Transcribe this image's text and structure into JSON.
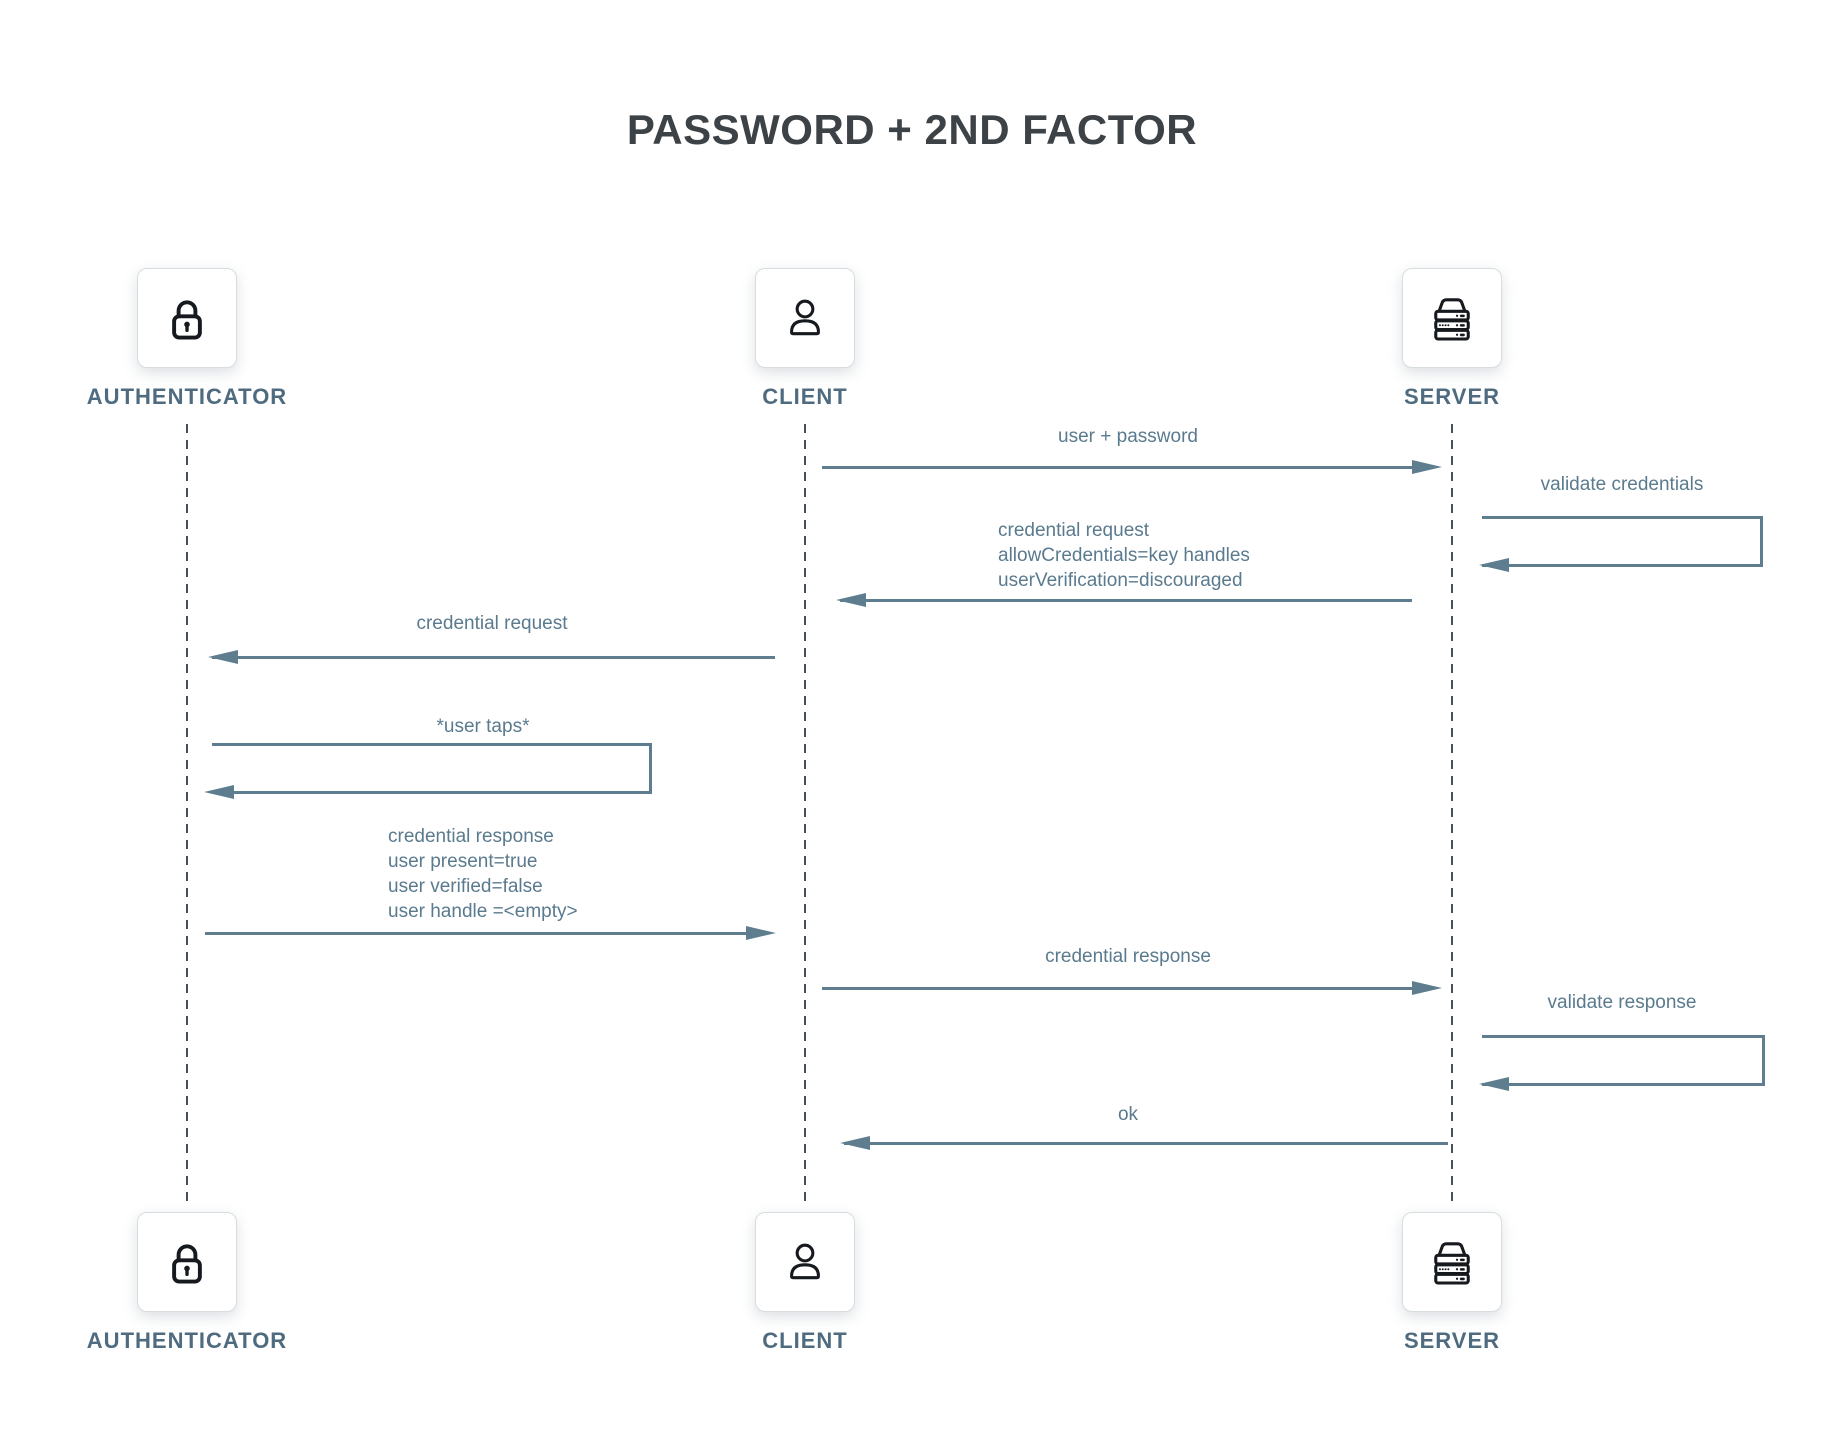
{
  "title": "PASSWORD + 2ND FACTOR",
  "colors": {
    "title": "#3d4247",
    "actor_label": "#4e6b80",
    "message_text": "#5a7a8e",
    "arrow": "#5e7e90",
    "lifeline": "#474f58",
    "icon_stroke": "#16191d",
    "card_border": "#d7dde0"
  },
  "actors": {
    "authenticator": {
      "label": "AUTHENTICATOR",
      "icon": "lock-icon"
    },
    "client": {
      "label": "CLIENT",
      "icon": "person-icon"
    },
    "server": {
      "label": "SERVER",
      "icon": "server-icon"
    }
  },
  "messages": {
    "m1": {
      "from": "client",
      "to": "server",
      "direction": "right",
      "label": "user + password"
    },
    "m2": {
      "actor": "server",
      "kind": "self-loop",
      "label": "validate credentials"
    },
    "m3": {
      "from": "server",
      "to": "client",
      "direction": "left",
      "lines": [
        "credential request",
        "allowCredentials=key handles",
        "userVerification=discouraged"
      ]
    },
    "m4": {
      "from": "client",
      "to": "authenticator",
      "direction": "left",
      "label": "credential request"
    },
    "m5": {
      "actor": "authenticator",
      "kind": "self-loop",
      "label": "*user taps*"
    },
    "m6": {
      "from": "authenticator",
      "to": "client",
      "direction": "right",
      "lines": [
        "credential response",
        "user present=true",
        "user verified=false",
        "user handle =<empty>"
      ]
    },
    "m7": {
      "from": "client",
      "to": "server",
      "direction": "right",
      "label": "credential response"
    },
    "m8": {
      "actor": "server",
      "kind": "self-loop",
      "label": "validate response"
    },
    "m9": {
      "from": "server",
      "to": "client",
      "direction": "left",
      "label": "ok"
    }
  }
}
